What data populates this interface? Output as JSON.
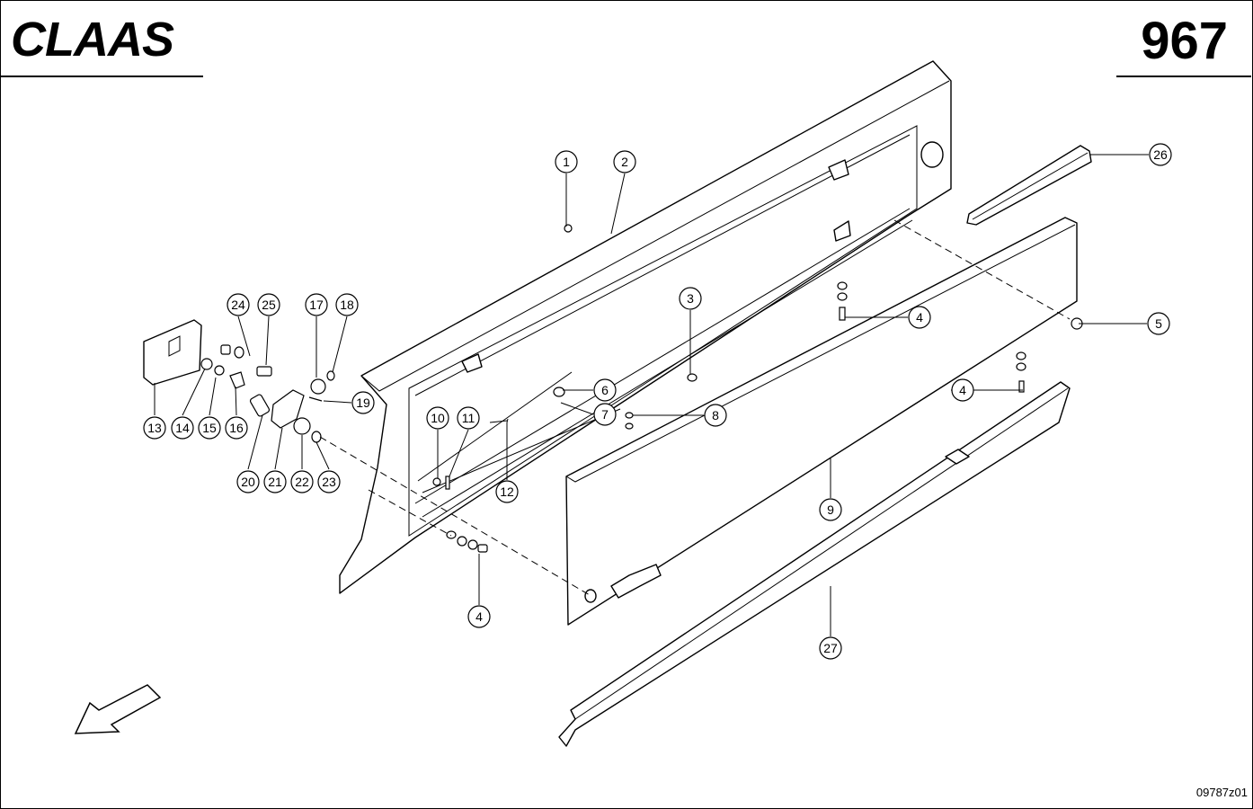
{
  "header": {
    "logo_text": "CLAAS",
    "page_number": "967"
  },
  "footer": {
    "drawing_code": "09787z01"
  },
  "callouts": {
    "c1": "1",
    "c2": "2",
    "c3": "3",
    "c4a": "4",
    "c4b": "4",
    "c4c": "4",
    "c5": "5",
    "c6": "6",
    "c7": "7",
    "c8": "8",
    "c9": "9",
    "c10": "10",
    "c11": "11",
    "c12": "12",
    "c13": "13",
    "c14": "14",
    "c15": "15",
    "c16": "16",
    "c17": "17",
    "c18": "18",
    "c19": "19",
    "c20": "20",
    "c21": "21",
    "c22": "22",
    "c23": "23",
    "c24": "24",
    "c25": "25",
    "c26": "26",
    "c27": "27"
  },
  "icons": {
    "direction_arrow": "arrow-down-left-icon"
  },
  "colors": {
    "line": "#000000",
    "background": "#ffffff"
  }
}
